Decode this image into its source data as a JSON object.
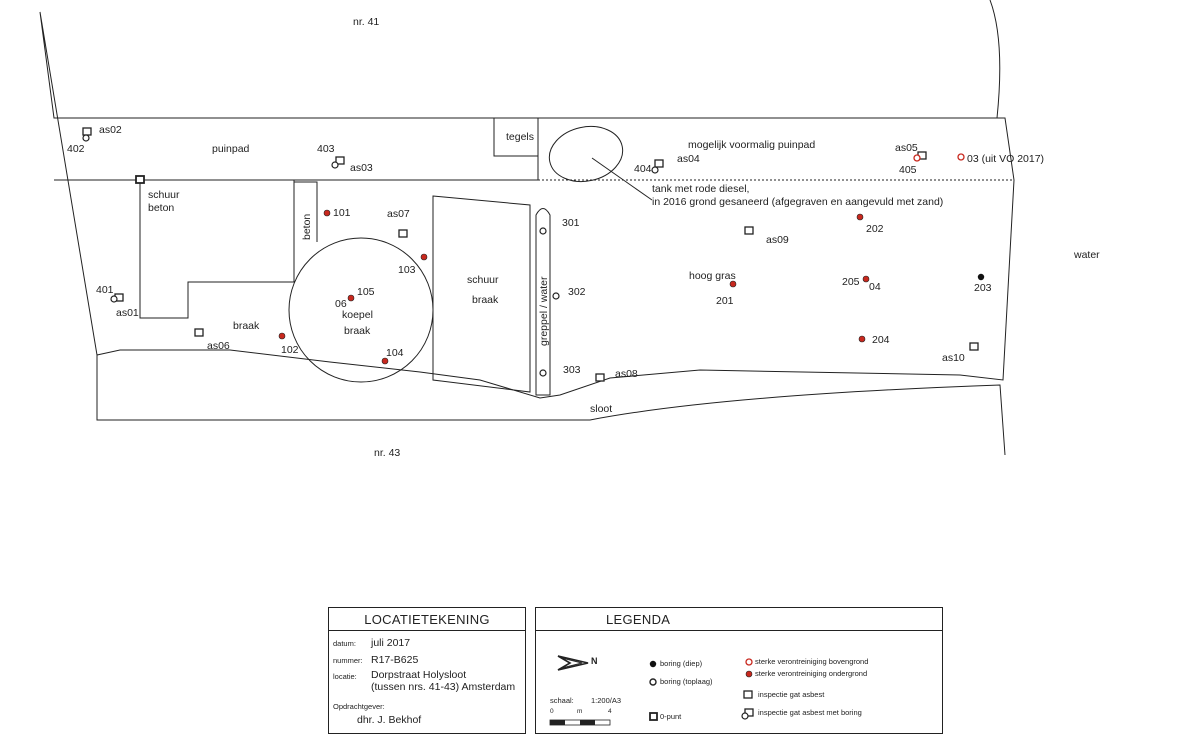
{
  "map": {
    "neighbor_top": "nr. 41",
    "neighbor_bottom": "nr. 43",
    "water": "water",
    "sloot": "sloot",
    "tegels": "tegels",
    "puinpad": "puinpad",
    "schuur_beton_1": "schuur",
    "schuur_beton_2": "beton",
    "beton": "beton",
    "koepel_1": "koepel",
    "koepel_2": "braak",
    "schuur_braak_1": "schuur",
    "schuur_braak_2": "braak",
    "greppel": "greppel / water",
    "braak": "braak",
    "hoog_gras": "hoog gras",
    "mogelijk_puinpad": "mogelijk voormalig puinpad",
    "tank_line1": "tank met rode diesel,",
    "tank_line2": "in 2016 grond gesaneerd (afgegraven en aangevuld met zand)"
  },
  "points": {
    "as02": "as02",
    "p402": "402",
    "p403": "403",
    "as03": "as03",
    "as04": "as04",
    "p404": "404",
    "as05": "as05",
    "p405": "405",
    "p03": "03 (uit VO 2017)",
    "p101": "101",
    "as07": "as07",
    "p103": "103",
    "p105": "105",
    "p06": "06",
    "p104": "104",
    "p102": "102",
    "p401": "401",
    "as01": "as01",
    "as06": "as06",
    "p301": "301",
    "p302": "302",
    "p303": "303",
    "as08": "as08",
    "p202": "202",
    "as09": "as09",
    "p201": "201",
    "p205": "205",
    "p04": "04",
    "p203": "203",
    "p204": "204",
    "as10": "as10"
  },
  "locatie": {
    "title": "LOCATIETEKENING",
    "datum_label": "datum:",
    "datum": "juli 2017",
    "nummer_label": "nummer:",
    "nummer": "R17-B625",
    "locatie_label": "locatie:",
    "locatie_1": "Dorpstraat Holysloot",
    "locatie_2": "(tussen nrs. 41-43) Amsterdam",
    "opdrachtgever_label": "Opdrachtgever:",
    "opdrachtgever": "dhr. J. Bekhof"
  },
  "legenda": {
    "title": "LEGENDA",
    "north": "N",
    "schaal_label": "schaal:",
    "schaal": "1:200/A3",
    "scale_0": "0",
    "scale_m": "m",
    "scale_4": "4",
    "boring_diep": "boring (diep)",
    "boring_toplaag": "boring (toplaag)",
    "nulpunt": "0-punt",
    "sterk_boven": "sterke verontreiniging bovengrond",
    "sterk_onder": "sterke verontreiniging ondergrond",
    "inspectie": "inspectie gat asbest",
    "inspectie_boring": "inspectie gat asbest met boring"
  },
  "colors": {
    "red": "#c8281e",
    "line": "#222222"
  }
}
